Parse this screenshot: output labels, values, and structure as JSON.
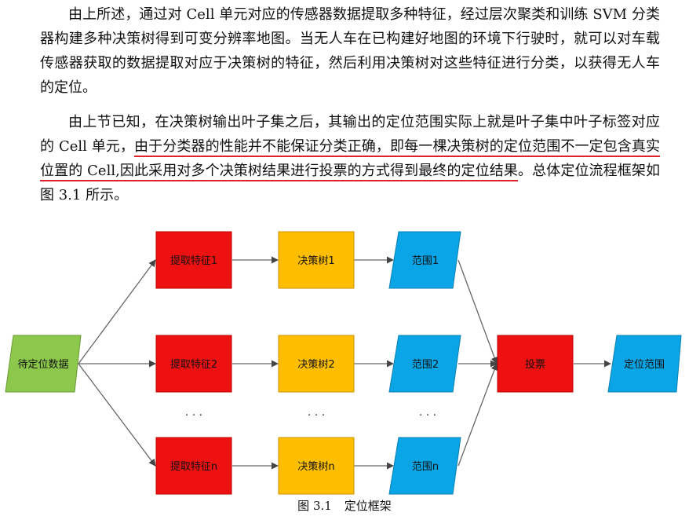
{
  "paragraphs": {
    "p1": "由上所述，通过对 Cell 单元对应的传感器数据提取多种特征，经过层次聚类和训练 SVM 分类器构建多种决策树得到可变分辨率地图。当无人车在已构建好地图的环境下行驶时，就可以对车载传感器获取的数据提取对应于决策树的特征，然后利用决策树对这些特征进行分类，以获得无人车的定位。",
    "p2_before": "由上节已知，在决策树输出叶子集之后，其输出的定位范围实际上就是叶子集中叶子标签对应的 Cell 单元，",
    "p2_underlined": "由于分类器的性能并不能保证分类正确，即每一棵决策树的定位范围不一定包含真实位置的 Cell,因此采用对多个决策树结果进行投票的方式得到最终的定位结果",
    "p2_after": "。总体定位流程框架如图 3.1 所示。"
  },
  "diagram": {
    "input": "待定位数据",
    "features": [
      "提取特征1",
      "提取特征2",
      "提取特征n"
    ],
    "trees": [
      "决策树1",
      "决策树2",
      "决策树n"
    ],
    "ranges": [
      "范围1",
      "范围2",
      "范围n"
    ],
    "vote": "投票",
    "output": "定位范围",
    "ellipsis": "· · ·",
    "colors": {
      "input": "#8cc84b",
      "feature": "#ee1111",
      "tree": "#ffbf00",
      "range": "#0aa5e6",
      "vote": "#ee1111",
      "output": "#0aa5e6"
    }
  },
  "caption": {
    "number": "图 3.1",
    "title": "定位框架"
  }
}
